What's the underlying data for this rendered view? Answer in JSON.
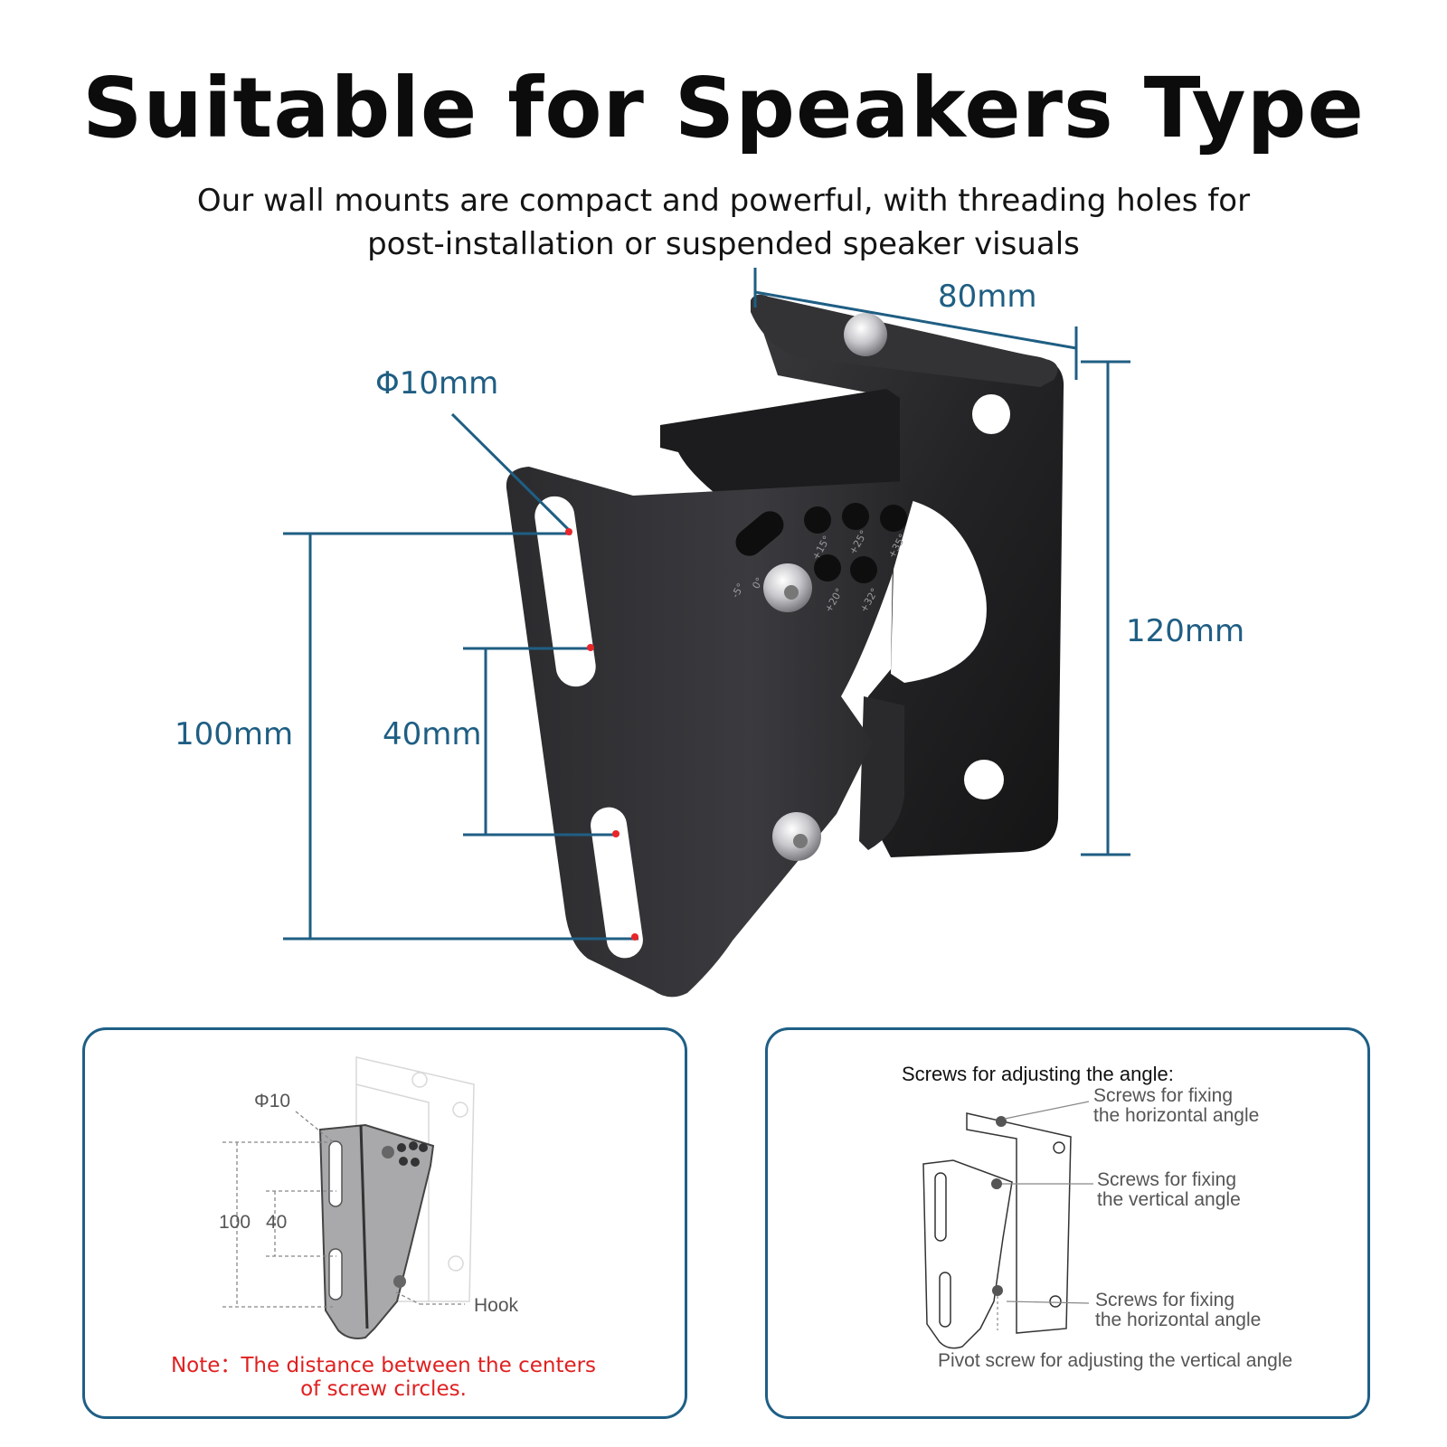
{
  "header": {
    "title": "Suitable for Speakers Type",
    "subtitle_line1": "Our wall mounts are compact and powerful, with threading holes for",
    "subtitle_line2": "post-installation or suspended speaker visuals"
  },
  "dimensions": {
    "width": "80mm",
    "height": "120mm",
    "hole_diameter": "Φ10mm",
    "hole_span_outer": "100mm",
    "hole_span_inner": "40mm"
  },
  "angle_marks": [
    "-5°",
    "0°",
    "+15°",
    "+25°",
    "+35°",
    "+20°",
    "+32°"
  ],
  "colors": {
    "accent": "#1f5e83",
    "mount_black": "#2a2a2c",
    "note_red": "#e02020",
    "marker_red": "#e8262a"
  },
  "left_panel": {
    "hole_label": "Φ10",
    "outer_label": "100",
    "inner_label": "40",
    "hook_label": "Hook",
    "note_line1": "Note：The distance between the centers",
    "note_line2": "of screw circles."
  },
  "right_panel": {
    "heading": "Screws for adjusting the angle:",
    "top_horizontal_line1": "Screws for fixing",
    "top_horizontal_line2": "the horizontal angle",
    "vertical_line1": "Screws for fixing",
    "vertical_line2": "the vertical angle",
    "bottom_horizontal_line1": "Screws for fixing",
    "bottom_horizontal_line2": "the horizontal angle",
    "pivot": "Pivot screw for adjusting the vertical angle"
  }
}
